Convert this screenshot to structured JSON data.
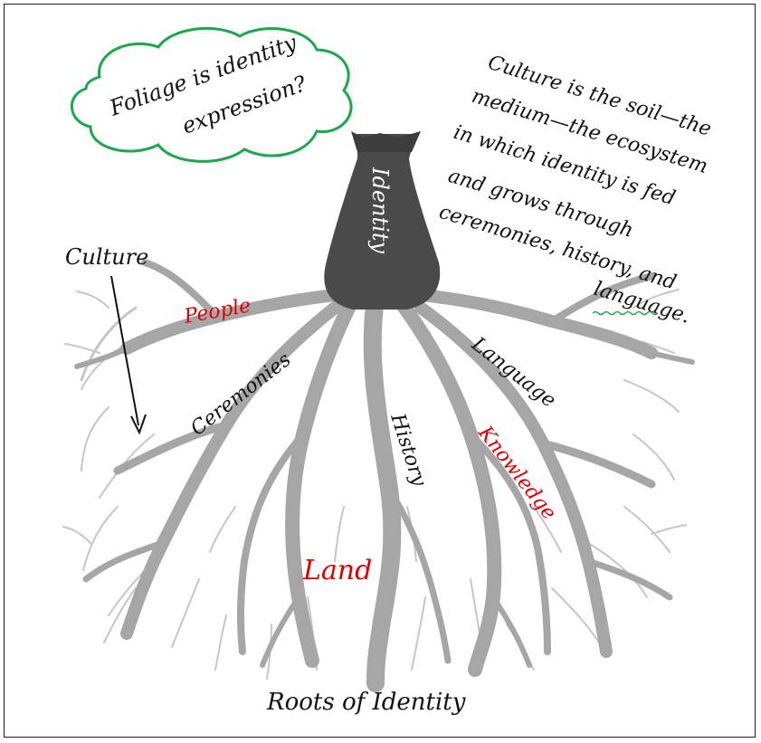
{
  "diagram": {
    "title": "Roots of Identity",
    "trunk_label": "Identity",
    "cloud_text_line1": "Foliage is identity",
    "cloud_text_line2": "expression?",
    "note_lines": [
      "Culture is the soil—the",
      "medium—the ecosystem",
      "in which identity is fed",
      "and grows through",
      "ceremonies, history, and",
      "language."
    ],
    "culture_label": "Culture",
    "root_labels": {
      "people": "People",
      "ceremonies": "Ceremonies",
      "history": "History",
      "language": "Language",
      "knowledge": "Knowledge",
      "land": "Land"
    },
    "colors": {
      "cloud_outline": "#19a84a",
      "red_label": "#e00000",
      "trunk": "#4a4a4a",
      "roots": "#a6a6a6"
    }
  }
}
